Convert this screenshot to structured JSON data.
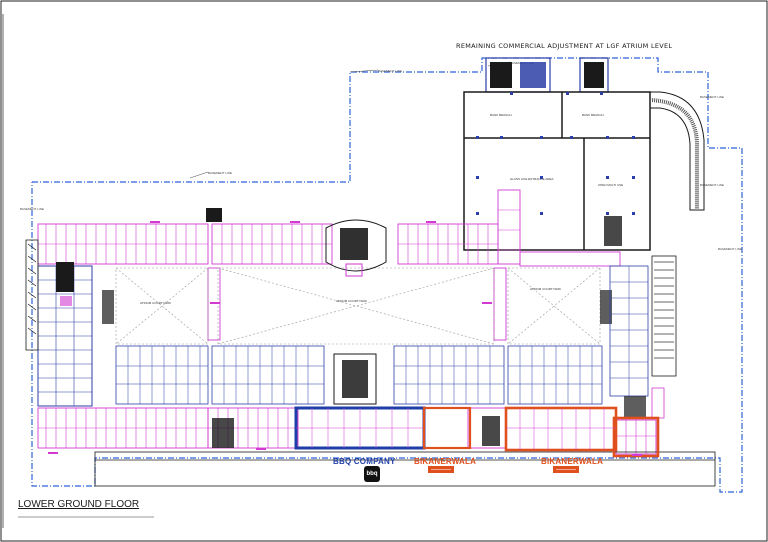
{
  "drawing": {
    "top_note": "REMAINING COMMERCIAL ADJUSTMENT AT LGF ATRIUM LEVEL",
    "floor_label": "LOWER GROUND FLOOR",
    "tenants": {
      "bbq": "BBQ COMPANY",
      "bbq_logo": "bbq",
      "bikanerwala_1": "BIKANERWALA",
      "bikanerwala_2": "BIKANERWALA"
    }
  },
  "colors": {
    "boundary": "#2f63d6",
    "shop_lines": "#d23ad0",
    "structure": "#2d3fa6",
    "bbq_highlight": "#1e3fa8",
    "bikanerwala_highlight": "#e0501e",
    "dark_ink": "#1a1a1a"
  }
}
